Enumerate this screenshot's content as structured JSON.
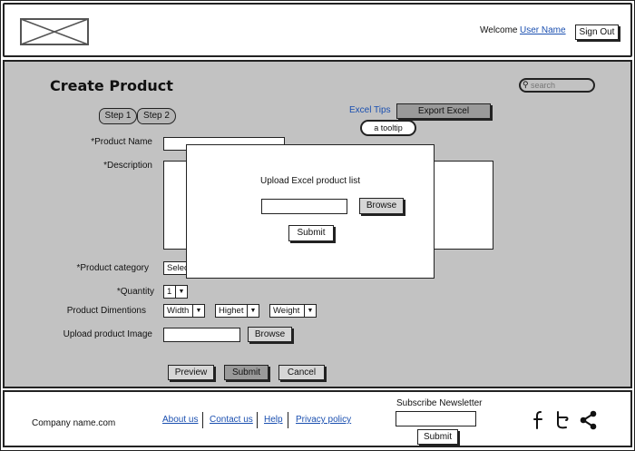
{
  "header": {
    "welcome_text": "Welcome",
    "user_link": "User Name",
    "sign_out": "Sign Out"
  },
  "main": {
    "title": "Create Product",
    "search_placeholder": "search",
    "steps": [
      "Step 1",
      "Step 2"
    ],
    "excel_tips": "Excel Tips",
    "export_excel": "Export Excel",
    "tooltip": "a tooltip",
    "form": {
      "product_name_label": "*Product Name",
      "description_label": "*Description",
      "category_label": "*Product category",
      "category_value": "Select",
      "quantity_label": "*Quantity",
      "quantity_value": "1",
      "dimensions_label": "Product Dimentions",
      "width": "Width",
      "height": "Highet",
      "weight": "Weight",
      "upload_label": "Upload product Image",
      "browse": "Browse"
    },
    "actions": {
      "preview": "Preview",
      "submit": "Submit",
      "cancel": "Cancel"
    }
  },
  "modal": {
    "title": "Upload Excel product list",
    "browse": "Browse",
    "submit": "Submit"
  },
  "footer": {
    "company": "Company name.com",
    "links": [
      "About us",
      "Contact us",
      "Help",
      "Privacy policy"
    ],
    "subscribe_label": "Subscribe Newsletter",
    "submit": "Submit",
    "social_icons": [
      "facebook-icon",
      "twitter-icon",
      "share-icon"
    ]
  }
}
